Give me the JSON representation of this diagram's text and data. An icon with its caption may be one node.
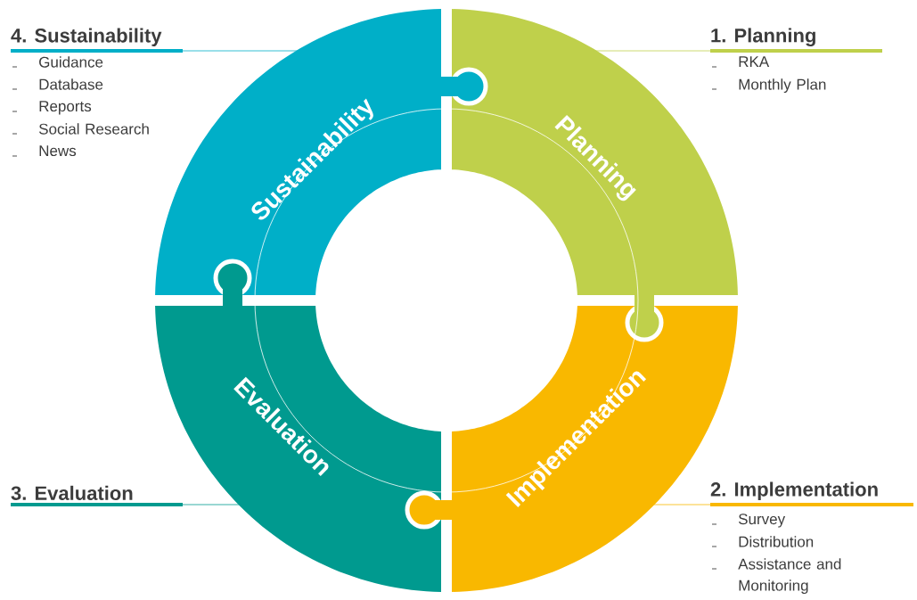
{
  "diagram": {
    "nodes": [
      {
        "text": [
          "Planning"
        ]
      },
      {
        "text": [
          "Implementation"
        ]
      },
      {
        "text": [
          "Evaluation"
        ]
      },
      {
        "text": [
          "Sustainability"
        ]
      },
      {
        "text": [
          "4. Sustainability"
        ],
        "beside": [
          "Guidance",
          "Database",
          "Reports",
          "Social Research",
          "News"
        ]
      },
      {
        "text": [
          "1. Planning"
        ],
        "beside": [
          "RKA",
          "Monthly Plan"
        ]
      },
      {
        "text": [
          "3. Evaluation"
        ]
      },
      {
        "text": [
          "2. Implementation"
        ],
        "beside": [
          "Survey",
          "Distribution",
          "Assistance and Monitoring"
        ]
      }
    ],
    "edges": [
      {
        "from": 4,
        "to": 3,
        "arrow": "none",
        "color": "#00afc8"
      },
      {
        "from": 5,
        "to": 0,
        "arrow": "none",
        "color": "#bfd04b"
      },
      {
        "from": 6,
        "to": 2,
        "arrow": "none",
        "color": "#009a8f"
      },
      {
        "from": 7,
        "to": 1,
        "arrow": "none",
        "color": "#f9b800"
      }
    ]
  }
}
